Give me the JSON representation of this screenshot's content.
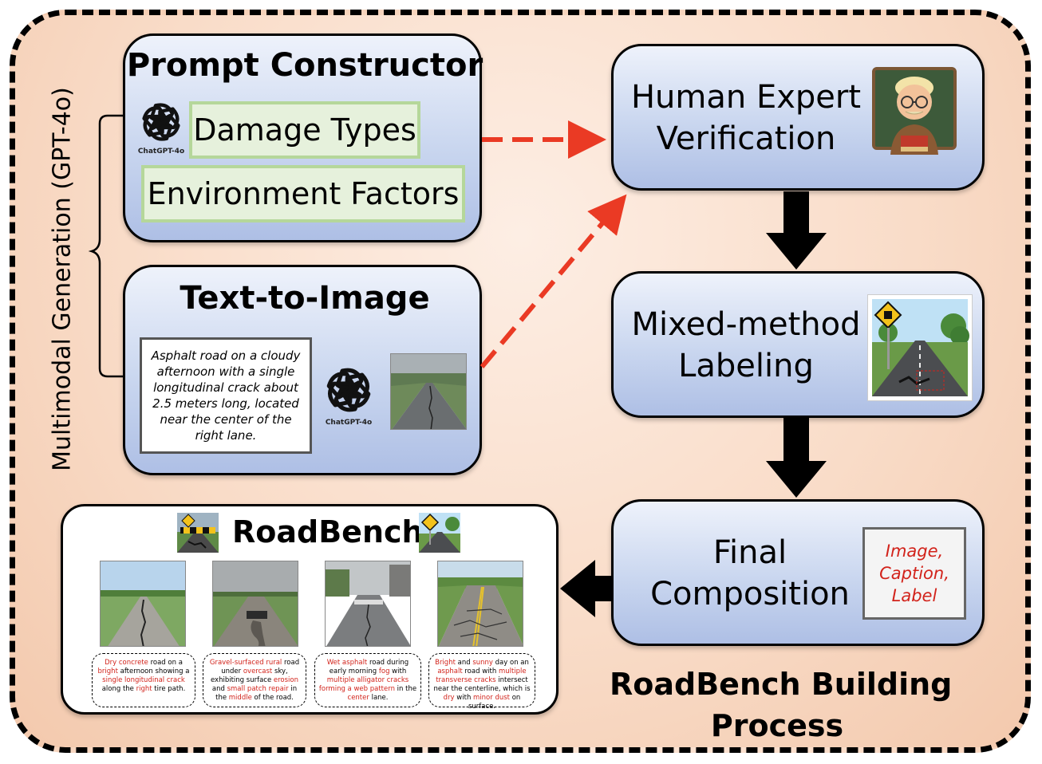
{
  "side_label": "Multimodal Generation (GPT-4o)",
  "prompt_constructor": {
    "title": "Prompt Constructor",
    "damage_types": "Damage Types",
    "environment_factors": "Environment Factors",
    "gpt_label": "ChatGPT-4o"
  },
  "text_to_image": {
    "title": "Text-to-Image",
    "prompt": "Asphalt road on a cloudy afternoon with a single longitudinal crack about 2.5 meters long, located near the center of the right lane.",
    "gpt_label": "ChatGPT-4o"
  },
  "human_expert": {
    "line1": "Human Expert",
    "line2": "Verification",
    "icon": "teacher-emoji-icon"
  },
  "mixed_method": {
    "line1": "Mixed-method",
    "line2": "Labeling",
    "icon": "road-sign-icon"
  },
  "final_composition": {
    "line1": "Final",
    "line2": "Composition",
    "items": [
      "Image,",
      "Caption,",
      "Label"
    ]
  },
  "roadbench": {
    "title": "RoadBench",
    "captions": [
      [
        [
          "Dry concrete",
          1
        ],
        [
          " road on a ",
          0
        ],
        [
          "bright",
          1
        ],
        [
          " afternoon showing a ",
          0
        ],
        [
          "single longitudinal crack",
          1
        ],
        [
          " along the ",
          0
        ],
        [
          "right",
          1
        ],
        [
          " tire path.",
          0
        ]
      ],
      [
        [
          "Gravel-surfaced rural",
          1
        ],
        [
          " road under ",
          0
        ],
        [
          "overcast",
          1
        ],
        [
          " sky, exhibiting surface ",
          0
        ],
        [
          "erosion",
          1
        ],
        [
          " and ",
          0
        ],
        [
          "small patch repair",
          1
        ],
        [
          " in the ",
          0
        ],
        [
          "middle",
          1
        ],
        [
          " of the road.",
          0
        ]
      ],
      [
        [
          "Wet asphalt",
          1
        ],
        [
          " road during early morning ",
          0
        ],
        [
          "fog",
          1
        ],
        [
          " with ",
          0
        ],
        [
          "multiple alligator cracks forming a web pattern",
          1
        ],
        [
          " in the ",
          0
        ],
        [
          "center",
          1
        ],
        [
          " lane.",
          0
        ]
      ],
      [
        [
          "Bright",
          1
        ],
        [
          " and ",
          0
        ],
        [
          "sunny",
          1
        ],
        [
          " day on an ",
          0
        ],
        [
          "asphalt",
          1
        ],
        [
          " road with ",
          0
        ],
        [
          "multiple transverse cracks",
          1
        ],
        [
          " intersect near the centerline, which is ",
          0
        ],
        [
          "dry",
          1
        ],
        [
          " with ",
          0
        ],
        [
          "minor dust",
          1
        ],
        [
          " on surface.",
          0
        ]
      ]
    ]
  },
  "footer": {
    "line1": "RoadBench Building",
    "line2": "Process"
  },
  "colors": {
    "accent_red": "#d2231b",
    "arrow_red": "#ea3a24",
    "green_border": "#b5d79a"
  }
}
